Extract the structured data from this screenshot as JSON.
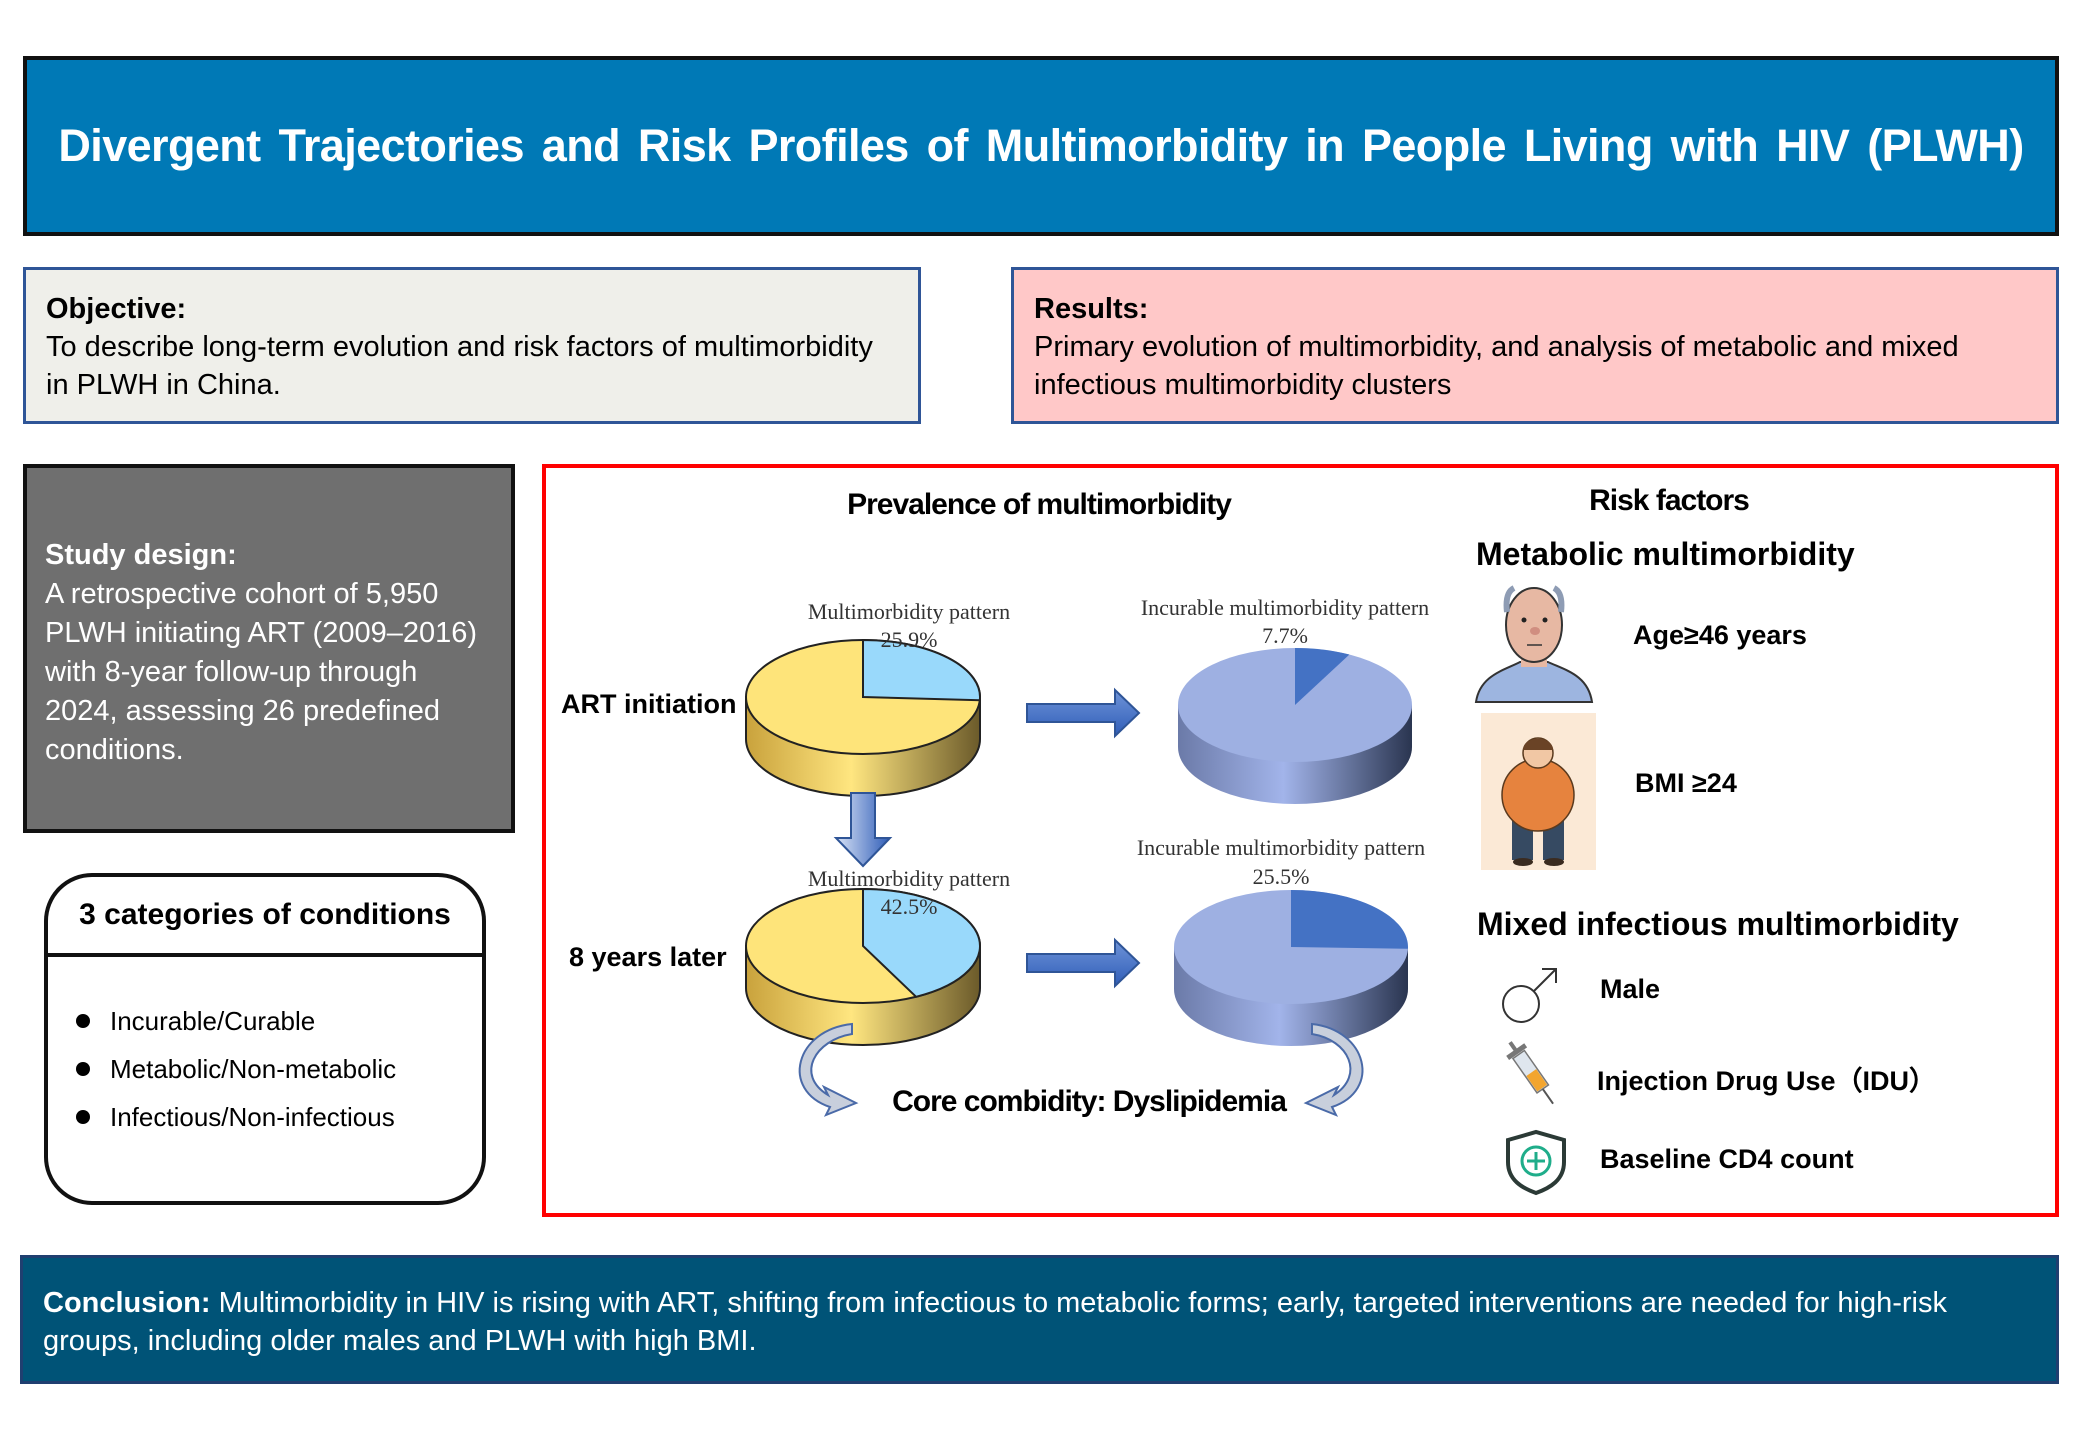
{
  "title": "Divergent  Trajectories  and  Risk  Profiles  of Multimorbidity  in  People  Living  with  HIV (PLWH)",
  "objective": {
    "heading": "Objective:",
    "text": "To describe long-term evolution and risk factors of multimorbidity in PLWH in China."
  },
  "results": {
    "heading": "Results:",
    "text": "Primary evolution of multimorbidity, and analysis of metabolic and mixed infectious multimorbidity clusters"
  },
  "study_design": {
    "heading": "Study design:",
    "text": "A retrospective cohort of 5,950 PLWH initiating ART (2009–2016) with 8-year follow-up through 2024, assessing 26 predefined conditions."
  },
  "categories": {
    "heading": "3 categories of conditions",
    "items": [
      "Incurable/Curable",
      "Metabolic/Non-metabolic",
      "Infectious/Non-infectious"
    ]
  },
  "prevalence": {
    "heading": "Prevalence of multimorbidity",
    "row_labels": [
      "ART initiation",
      "8 years later"
    ],
    "pies": [
      {
        "label": "Multimorbidity pattern",
        "value_label": "25.9%",
        "value": 25.9,
        "color": "#99d9fb",
        "rest_color": "#fee47a"
      },
      {
        "label": "Incurable multimorbidity pattern",
        "value_label": "7.7%",
        "value": 7.7,
        "color": "#4472c4",
        "rest_color": "#9eb0e2"
      },
      {
        "label": "Multimorbidity pattern",
        "value_label": "42.5%",
        "value": 42.5,
        "color": "#99d9fb",
        "rest_color": "#fee47a"
      },
      {
        "label": "Incurable multimorbidity pattern",
        "value_label": "25.5%",
        "value": 25.5,
        "color": "#4472c4",
        "rest_color": "#9eb0e2"
      }
    ],
    "core": "Core combidity: Dyslipidemia"
  },
  "risk": {
    "heading": "Risk  factors",
    "metabolic": {
      "heading": "Metabolic multimorbidity",
      "items": [
        "Age≥46 years",
        "BMI ≥24"
      ]
    },
    "infectious": {
      "heading": "Mixed infectious multimorbidity",
      "items": [
        "Male",
        "Injection Drug Use（IDU）",
        "Baseline CD4 count"
      ]
    }
  },
  "conclusion": {
    "heading": "Conclusion:",
    "text": " Multimorbidity in HIV is rising with ART, shifting from infectious to metabolic forms; early, targeted interventions are needed for high-risk groups, including older males and PLWH with high BMI."
  }
}
